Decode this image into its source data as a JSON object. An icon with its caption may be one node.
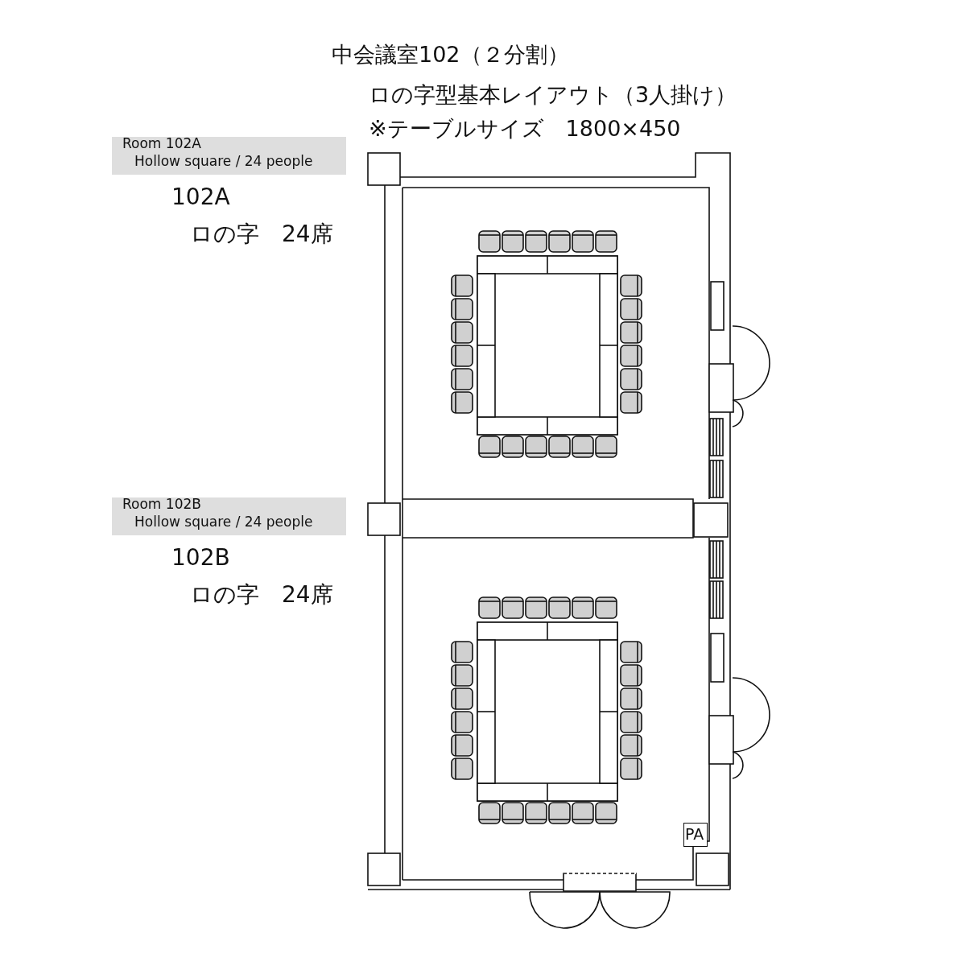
{
  "diagram": {
    "title": "中会議室102（２分割）",
    "nodes": [
      {
        "text": [
          "Room 102A",
          "Hollow square / 24 people"
        ]
      },
      {
        "text": [
          "Room 102B",
          "Hollow square / 24 people"
        ]
      },
      {
        "text": [
          "PA"
        ]
      }
    ],
    "labels": [
      "ロの字型基本レイアウト（3人掛け）",
      "※テーブルサイズ　1800×450",
      "102A",
      "ロの字　24席",
      "102B",
      "ロの字　24席"
    ]
  }
}
